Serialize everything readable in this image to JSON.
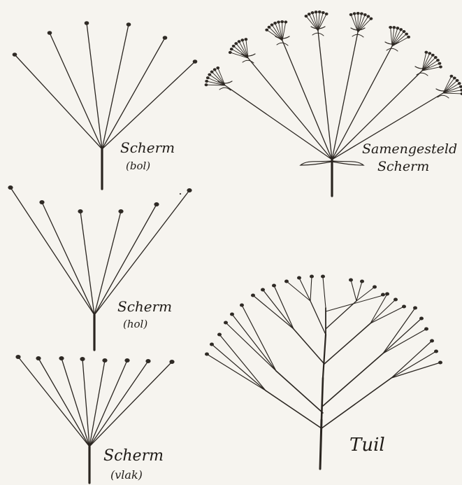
{
  "labels": {
    "scherm_bol": {
      "title": "Scherm",
      "sub": "(bol)"
    },
    "samengesteld_scherm": {
      "line1": "Samengesteld",
      "line2": "Scherm"
    },
    "scherm_hol": {
      "title": "Scherm",
      "sub": "(hol)"
    },
    "scherm_vlak": {
      "title": "Scherm",
      "sub": "(vlak)"
    },
    "tuil": {
      "title": "Tuil"
    }
  },
  "colors": {
    "ink": "#2a2520",
    "paper": "#f6f4ef"
  }
}
